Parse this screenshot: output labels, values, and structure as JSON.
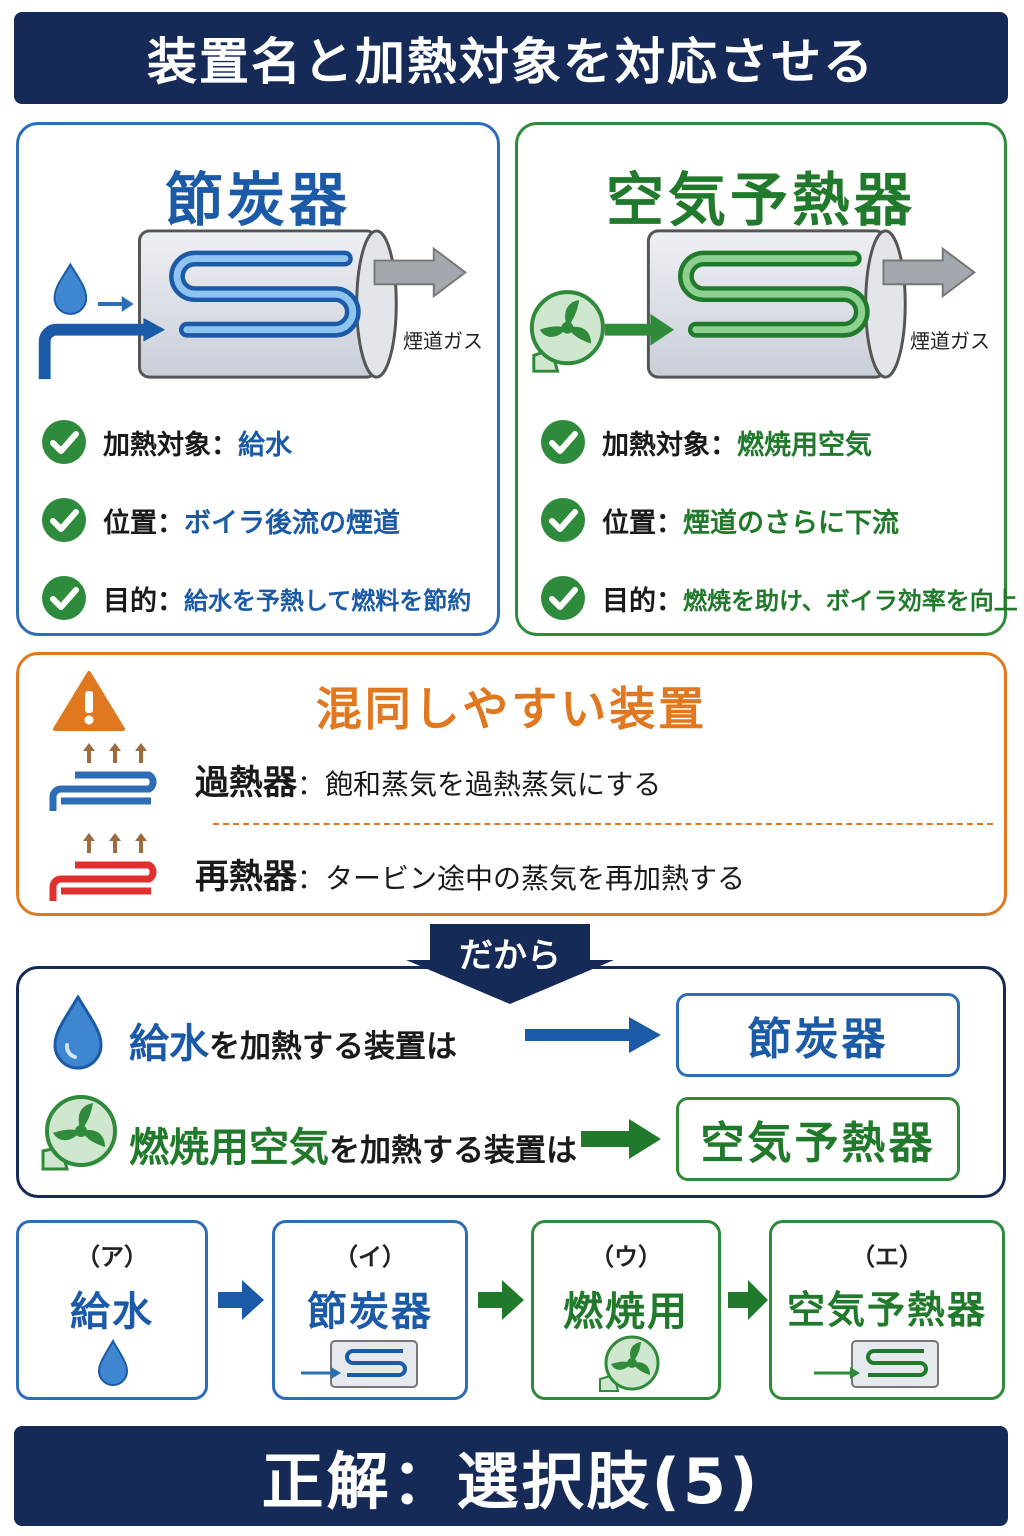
{
  "title": "装置名と加熱対象を対応させる",
  "economizer": {
    "name": "節炭器",
    "gas_label": "煙道ガス",
    "checks": [
      {
        "label": "加熱対象：",
        "value": "給水"
      },
      {
        "label": "位置：",
        "value": "ボイラ後流の煙道"
      },
      {
        "label": "目的：",
        "value": "給水を予熱して燃料を節約"
      }
    ]
  },
  "air_preheater": {
    "name": "空気予熱器",
    "gas_label": "煙道ガス",
    "checks": [
      {
        "label": "加熱対象：",
        "value": "燃焼用空気"
      },
      {
        "label": "位置：",
        "value": "煙道のさらに下流"
      },
      {
        "label": "目的：",
        "value": "燃焼を助け、ボイラ効率を向上"
      }
    ]
  },
  "confusing": {
    "title": "混同しやすい装置",
    "items": [
      {
        "name": "過熱器",
        "desc": "：飽和蒸気を過熱蒸気にする"
      },
      {
        "name": "再熱器",
        "desc": "：タービン途中の蒸気を再加熱する"
      }
    ]
  },
  "therefore": {
    "tag": "だから",
    "rows": [
      {
        "subject": "給水",
        "rest": "を加熱する装置は",
        "answer": "節炭器"
      },
      {
        "subject": "燃焼用空気",
        "rest": "を加熱する装置は",
        "answer": "空気予熱器"
      }
    ]
  },
  "sequence": [
    {
      "mark": "（ア）",
      "word": "給水"
    },
    {
      "mark": "（イ）",
      "word": "節炭器"
    },
    {
      "mark": "（ウ）",
      "word": "燃焼用"
    },
    {
      "mark": "（エ）",
      "word": "空気予熱器"
    }
  ],
  "answer": "正解：選択肢(5)",
  "colors": {
    "navy": "#152a57",
    "blue": "#1b5aa6",
    "green": "#217a2b",
    "orange": "#e07820",
    "red": "#e03030"
  },
  "icons": [
    "water-drop-icon",
    "fan-icon",
    "check-icon",
    "warning-icon",
    "heat-coil-icon",
    "arrow-right-icon"
  ]
}
